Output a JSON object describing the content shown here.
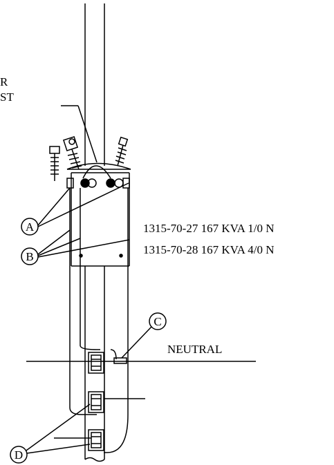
{
  "labels": {
    "top_line1": "R",
    "top_line2": "ST",
    "spec1": "1315-70-27 167 KVA 1/0 N",
    "spec2": "1315-70-28 167 KVA 4/0 N",
    "neutral": "NEUTRAL"
  },
  "callouts": {
    "a": "A",
    "b": "B",
    "c": "C",
    "d": "D"
  },
  "colors": {
    "line": "#000000",
    "background": "#ffffff"
  }
}
